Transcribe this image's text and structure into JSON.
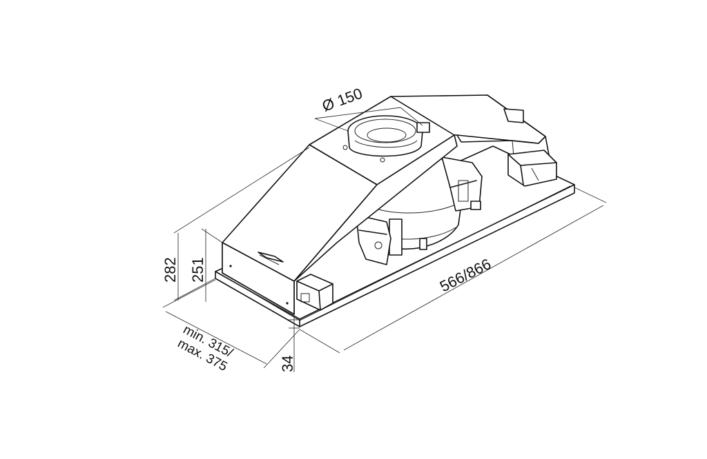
{
  "dimensions": {
    "diameter": "Ø 150",
    "height_total": "282",
    "height_body": "251",
    "length": "566/866",
    "depth_line1": "min. 315/",
    "depth_line2": "max. 375",
    "plate_thickness": "34"
  }
}
